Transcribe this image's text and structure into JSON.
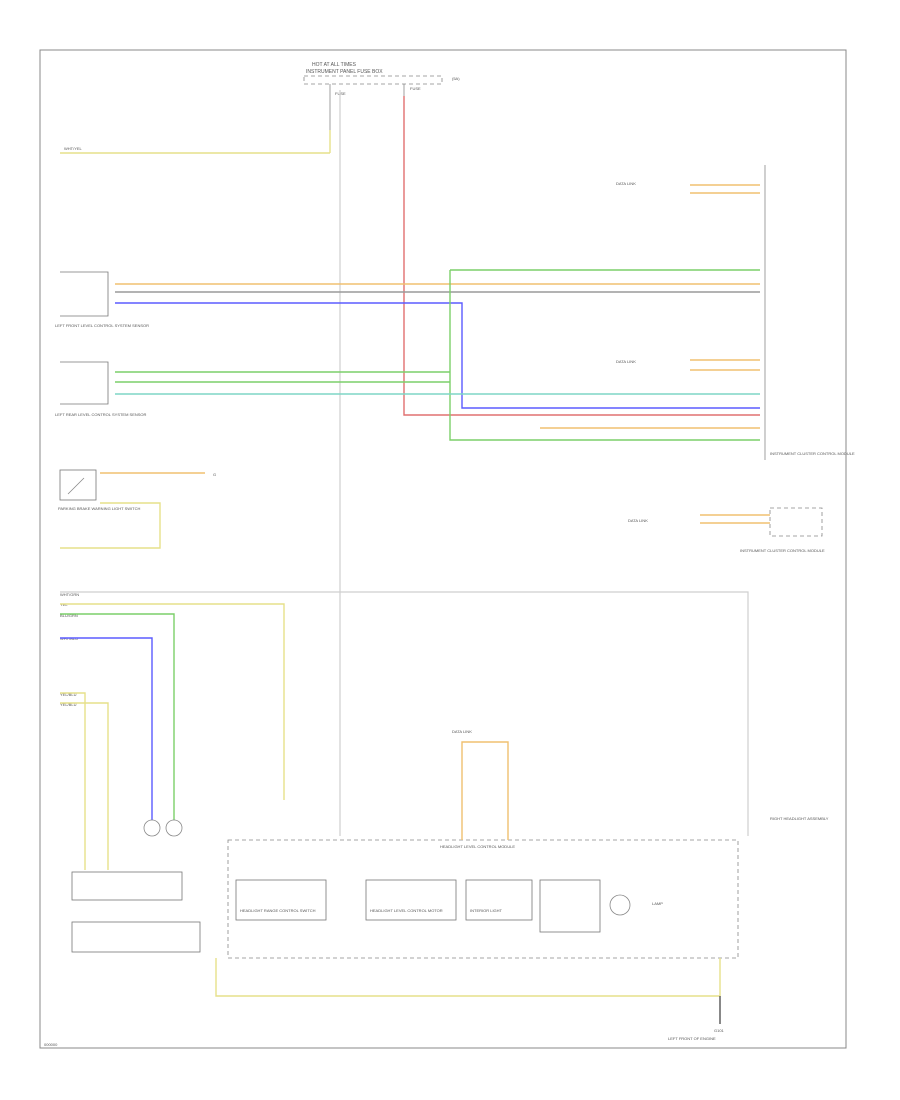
{
  "colors": {
    "yellow": "#e6e08a",
    "orange": "#f0c070",
    "gray": "#9a9a9a",
    "blue": "#5b5bff",
    "green": "#7ccf6a",
    "teal": "#7fd6c6",
    "red": "#e07070",
    "light_gray": "#cfcfcf"
  },
  "labels": {
    "top_fuse_block": "HOT AT ALL TIMES",
    "top_fuse_sub": "INSTRUMENT PANEL FUSE BOX",
    "fuse_a": "FUSE",
    "fuse_b": "FUSE",
    "fuse_b_sub": "(5A)",
    "wire_top_yel": "WHT/YEL",
    "steering_sensor": "LEFT FRONT LEVEL CONTROL SYSTEM SENSOR",
    "steering_sensor_2": "LEFT REAR LEVEL CONTROL SYSTEM SENSOR",
    "vss_module": "INSTRUMENT CLUSTER CONTROL MODULE",
    "handbrake": "PARKING BRAKE WARNING LIGHT SWITCH",
    "g_ground": "G",
    "right_module": "INSTRUMENT CLUSTER CONTROL MODULE",
    "data_link_1": "DATA LINK",
    "data_link_2": "DATA LINK",
    "data_link_3": "DATA LINK",
    "data_link_4": "DATA LINK",
    "left_wire_1": "WHT/GRN",
    "left_wire_2": "YEL",
    "left_wire_3": "BLU/GRN",
    "left_wire_4": "WHT/BLU",
    "left_wire_5": "YEL/BLU",
    "left_wire_6": "YEL/BLU",
    "lower_module": "HEADLIGHT LEVEL CONTROL MODULE",
    "sub_a": "HEADLIGHT RANGE CONTROL SWITCH",
    "sub_b": "HEADLIGHT LEVEL CONTROL MOTOR",
    "sub_c": "INTERIOR LIGHT",
    "sub_d": "LAMP",
    "right_ground": "RIGHT HEADLIGHT ASSEMBLY",
    "bottom_ground": "G101",
    "bottom_ground_sub": "LEFT FRONT OF ENGINE",
    "footer_id": "000000"
  }
}
